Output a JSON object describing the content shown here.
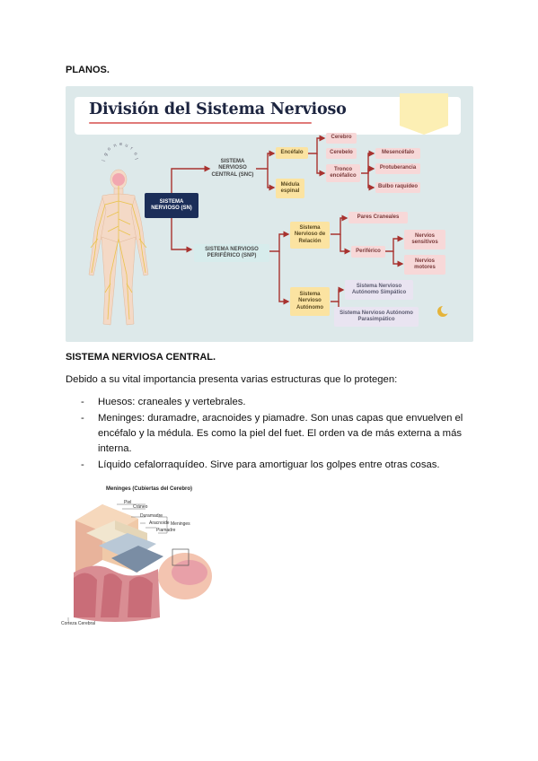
{
  "page": {
    "heading1": "PLANOS.",
    "heading2": "SISTEMA NERVIOSA CENTRAL.",
    "intro": "Debido a su vital importancia presenta varias estructuras que lo protegen:",
    "bullets": [
      {
        "dash": "-",
        "text": "Huesos: craneales y vertebrales."
      },
      {
        "dash": "-",
        "text": "Meninges: duramadre, aracnoides y piamadre. Son unas capas que envuelven el encéfalo y la médula. Es como la piel del fuet. El orden va de más externa a más interna."
      },
      {
        "dash": "-",
        "text": "Líquido cefalorraquídeo. Sirve para amortiguar los golpes entre otras cosas."
      }
    ]
  },
  "diagram": {
    "title": "División del Sistema Nervioso",
    "vertical_deco": "neurologia",
    "sn": "SISTEMA NERVIOSO (SN)",
    "snc": "SISTEMA NERVIOSO CENTRAL (SNC)",
    "snp": "SISTEMA NERVIOSO PERIFÉRICO (SNP)",
    "encefalo": "Encéfalo",
    "medula": "Médula espinal",
    "cerebro": "Cerebro",
    "cerebelo": "Cerebelo",
    "tronco": "Tronco encéfalico",
    "mesencefalo": "Mesencéfalo",
    "protuberancia": "Protuberancia",
    "bulbo": "Bulbo raquídeo",
    "relacion": "Sistema Nervioso de Relación",
    "autonomo": "Sistema Nervioso Autónomo",
    "pares": "Pares Craneales",
    "periferico": "Periférico",
    "sensitivos": "Nervios sensitivos",
    "motores": "Nervios motores",
    "simpatico": "Sistema Nervioso Autónomo Simpático",
    "parasimpatico": "Sistema Nervioso Autónomo Parasimpático",
    "colors": {
      "arrow": "#a8322f",
      "navy": "#1b2e59",
      "bg": "#dde9ea"
    }
  },
  "meninges": {
    "title": "Meninges (Cubiertas del Cerebro)",
    "piel": "Piel",
    "craneo": "Cráneo",
    "duramadre": "Duramadre",
    "aracnoide": "Aracnoide",
    "piamadre": "Piamadre",
    "meninges": "Meninges",
    "corteza": "Corteza Cerebral"
  }
}
